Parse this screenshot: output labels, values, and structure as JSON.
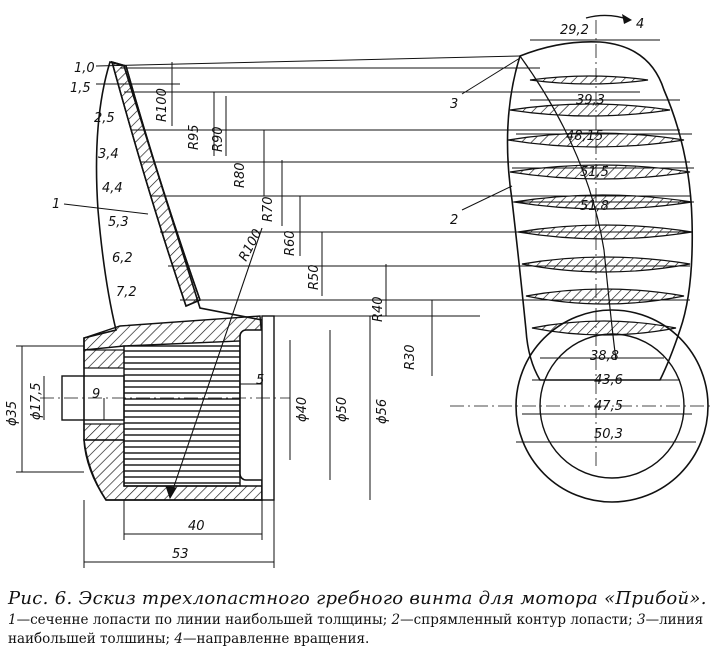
{
  "caption": {
    "title": "Рис. 6. Эскиз трехлопастного гребного винта для мотора «Прибой».",
    "legend": [
      {
        "num": "1",
        "text": "—сеченне лопасти по линии наибольшей толщины;"
      },
      {
        "num": "2",
        "text": "—спрямленный контур лопасти;"
      },
      {
        "num": "3",
        "text": "—линия наибольшей толшины;"
      },
      {
        "num": "4",
        "text": "—направленне вращения."
      }
    ]
  },
  "labels": {
    "callouts": [
      "1",
      "2",
      "3",
      "4"
    ],
    "thickness": [
      "1,0",
      "1,5",
      "2,5",
      "3,4",
      "4,4",
      "5,3",
      "6,2",
      "7,2"
    ],
    "radii": [
      "R100",
      "R95",
      "R90",
      "R80",
      "R70",
      "R60",
      "R50",
      "R40",
      "R30"
    ],
    "radius_extra": "R100",
    "chords": [
      "29,2",
      "39,3",
      "48,15",
      "51,5",
      "51,8",
      "38,8",
      "43,6",
      "47,5",
      "50,3"
    ],
    "hub": {
      "d35": "ϕ35",
      "d17_5": "ϕ17,5",
      "d9": "9",
      "d5": "5",
      "d40": "ϕ40",
      "d50": "ϕ50",
      "d56": "ϕ56",
      "len40": "40",
      "len53": "53"
    }
  }
}
